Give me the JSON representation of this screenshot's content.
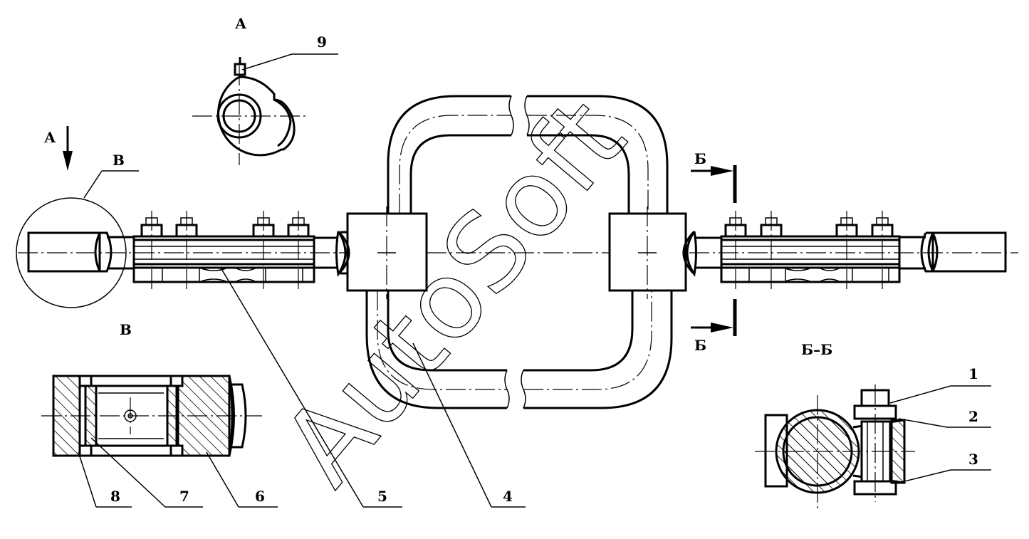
{
  "view_labels": {
    "view_a": "А",
    "arrow_a": "А",
    "callout_v": "В",
    "detail_v": "В",
    "section_top": "Б",
    "section_bottom": "Б",
    "section_title": "Б–Б"
  },
  "part_numbers": [
    "1",
    "2",
    "3",
    "4",
    "5",
    "6",
    "7",
    "8",
    "9"
  ],
  "watermark": "AutoSoft"
}
